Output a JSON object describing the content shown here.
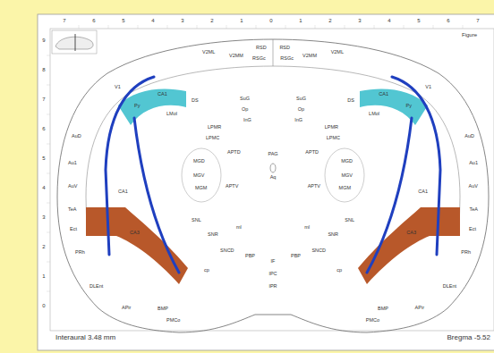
{
  "diagram": {
    "labels": [
      "7",
      "6",
      "5",
      "4",
      "3",
      "2",
      "1",
      "0",
      "1",
      "2",
      "3",
      "4",
      "5",
      "6",
      "7",
      "9",
      "8",
      "7",
      "6",
      "5",
      "4",
      "3",
      "2",
      "1",
      "0",
      "Figure",
      "Interaural 3.48 mm",
      "Bregma -5.52",
      "V1",
      "V2ML",
      "V2MM",
      "RSD",
      "RSGc",
      "AuD",
      "Au1",
      "AuV",
      "TeA",
      "Ect",
      "PRh",
      "DLEnt",
      "APir",
      "BMP",
      "PMCo",
      "DS",
      "CA1",
      "Py",
      "LMol",
      "CA1",
      "CA3",
      "SuG",
      "Op",
      "InG",
      "LPMR",
      "LPMC",
      "MGD",
      "MGV",
      "MGM",
      "APTD",
      "APTV",
      "SNL",
      "SNR",
      "SNCD",
      "PBP",
      "ml",
      "cp",
      "V1",
      "V2ML",
      "V2MM",
      "RSD",
      "RSGc",
      "AuD",
      "Au1",
      "AuV",
      "TeA",
      "Ect",
      "PRh",
      "DLEnt",
      "APir",
      "BMP",
      "PMCo",
      "DS",
      "CA1",
      "Py",
      "LMol",
      "CA1",
      "CA3",
      "SuG",
      "Op",
      "InG",
      "LPMR",
      "LPMC",
      "MGD",
      "MGV",
      "MGM",
      "APTD",
      "APTV",
      "SNL",
      "SNR",
      "SNCD",
      "PBP",
      "ml",
      "cp",
      "PAG",
      "Aq",
      "IF",
      "IPC",
      "IPR"
    ]
  }
}
